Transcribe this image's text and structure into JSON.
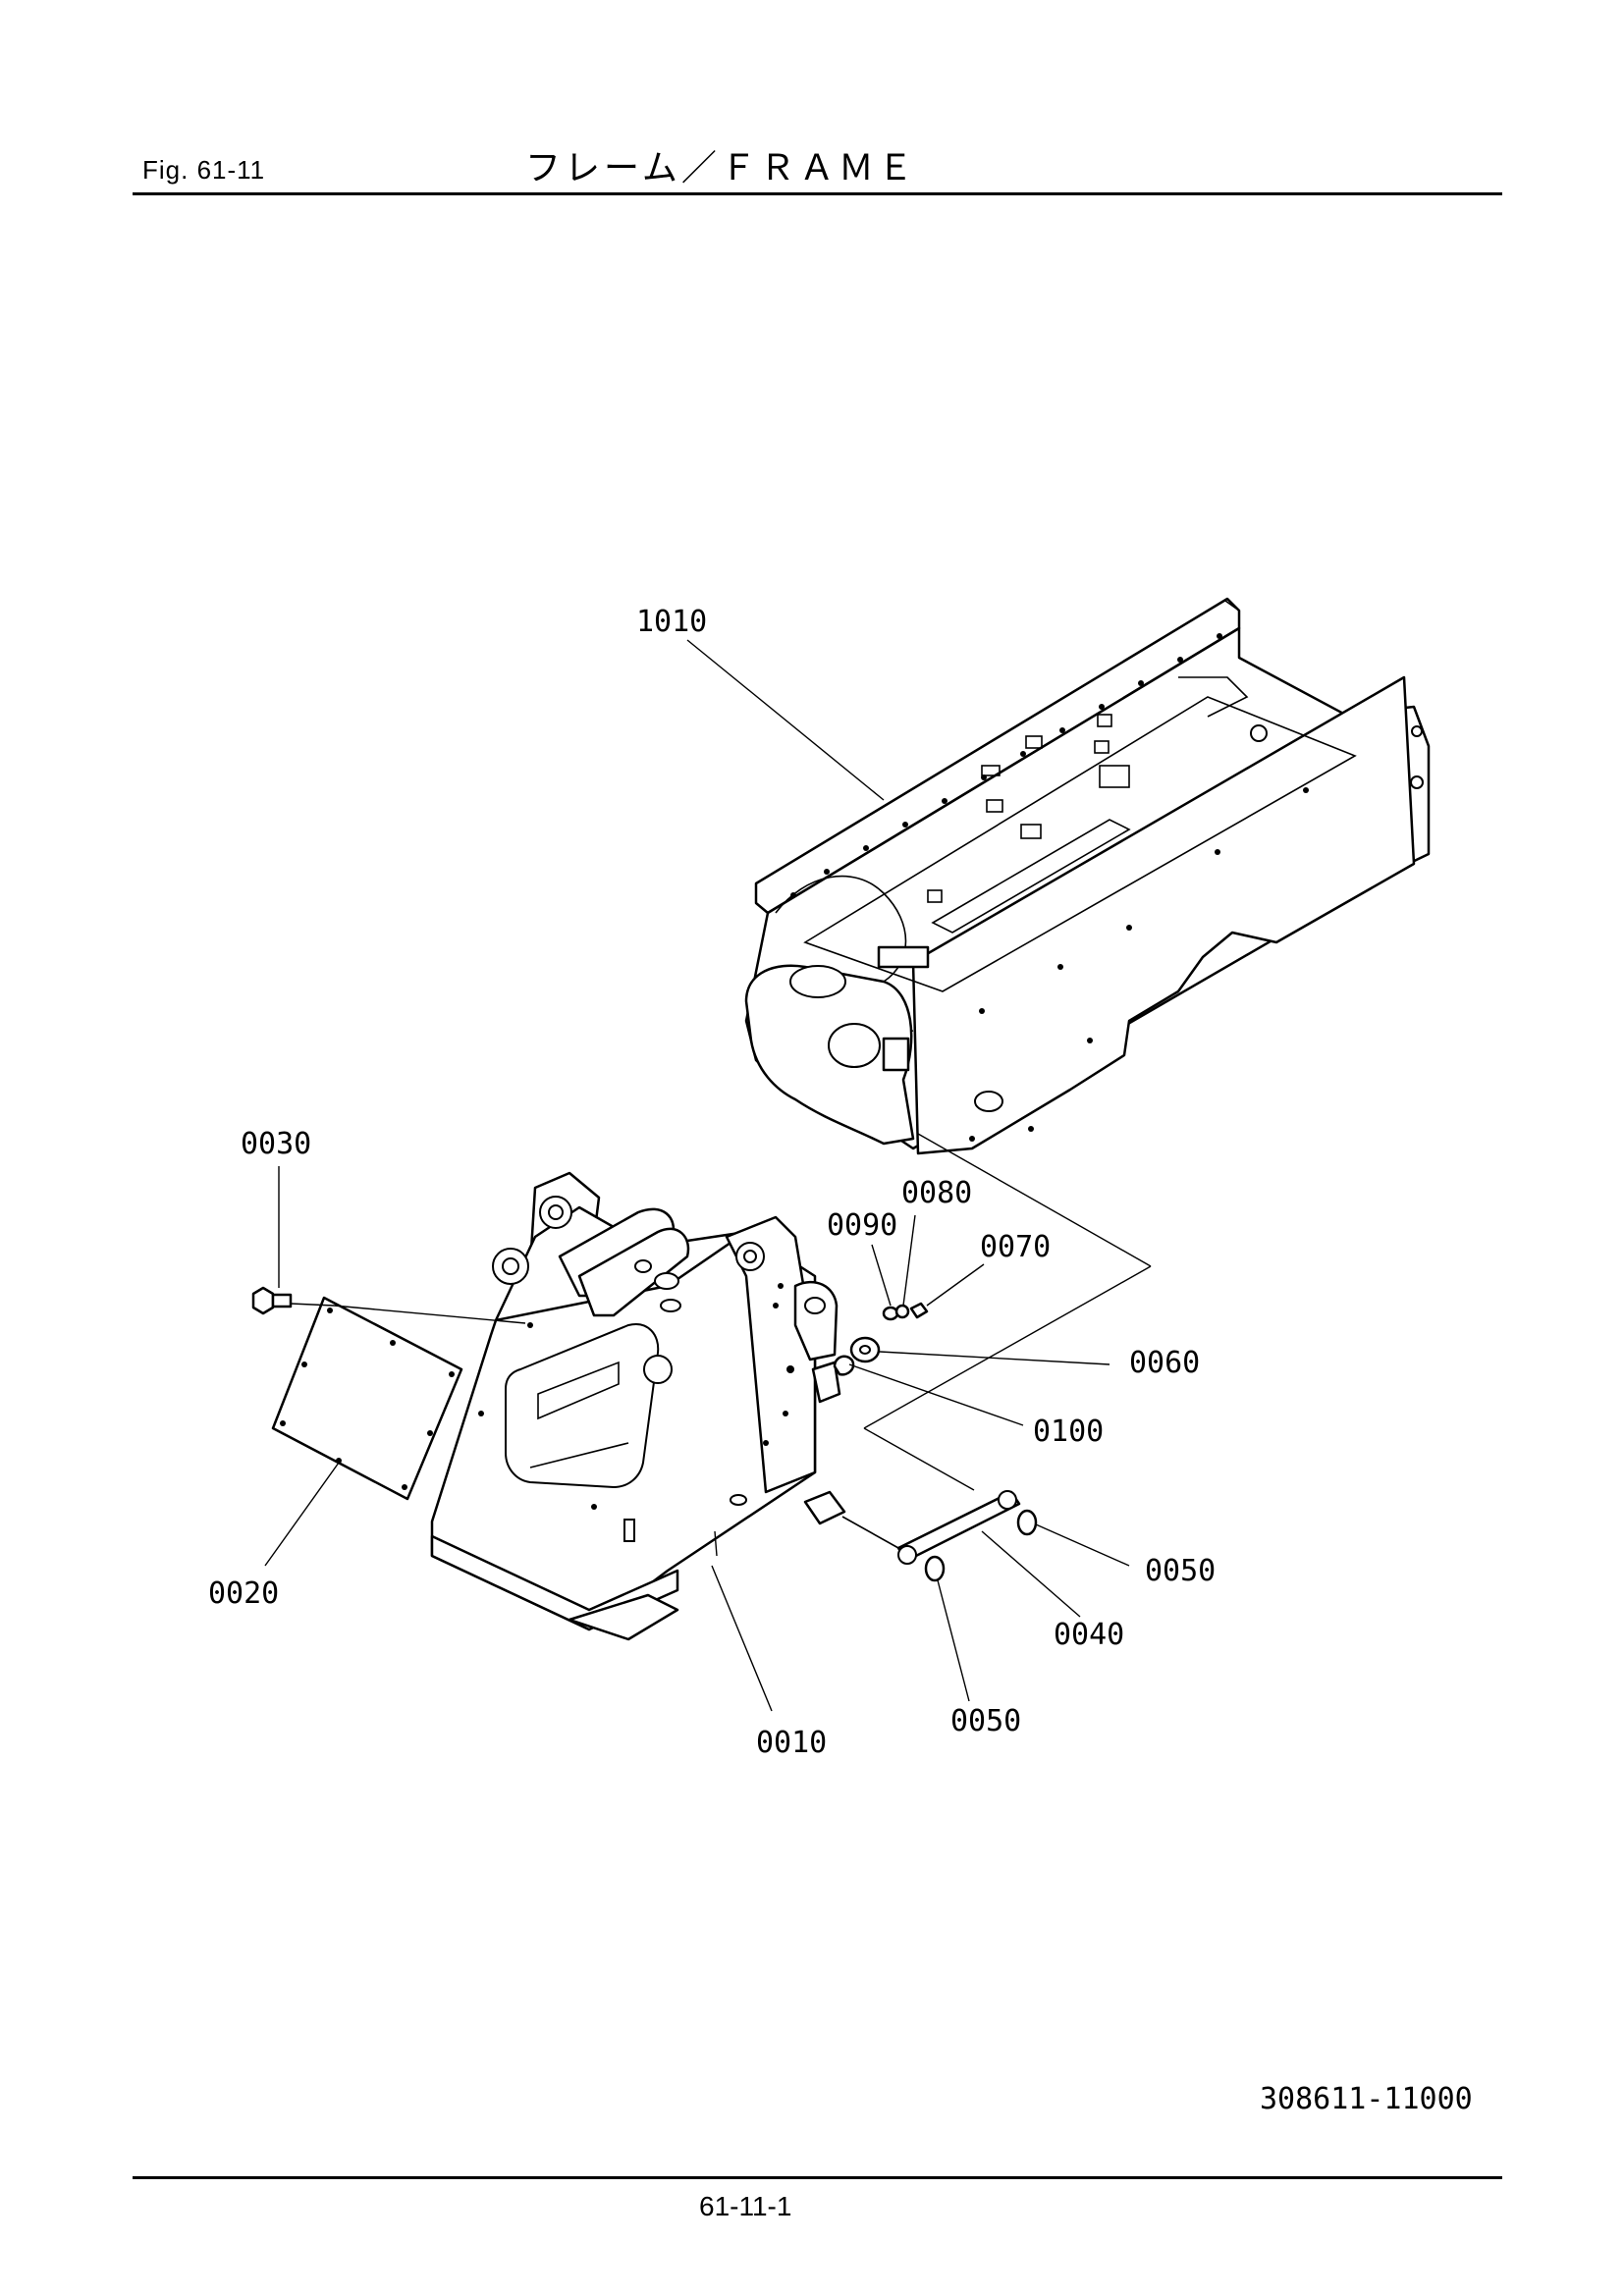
{
  "header": {
    "fig_label": "Fig.  61-11",
    "title": "フレーム／ＦＲＡＭＥ"
  },
  "footer": {
    "doc_number": "308611-11000",
    "page_number": "61-11-1"
  },
  "callouts": [
    {
      "id": "1010",
      "label": "1010"
    },
    {
      "id": "0030",
      "label": "0030"
    },
    {
      "id": "0080",
      "label": "0080"
    },
    {
      "id": "0090",
      "label": "0090"
    },
    {
      "id": "0070",
      "label": "0070"
    },
    {
      "id": "0060",
      "label": "0060"
    },
    {
      "id": "0100",
      "label": "0100"
    },
    {
      "id": "0050a",
      "label": "0050"
    },
    {
      "id": "0020",
      "label": "0020"
    },
    {
      "id": "0040",
      "label": "0040"
    },
    {
      "id": "0050b",
      "label": "0050"
    },
    {
      "id": "0010",
      "label": "0010"
    }
  ]
}
